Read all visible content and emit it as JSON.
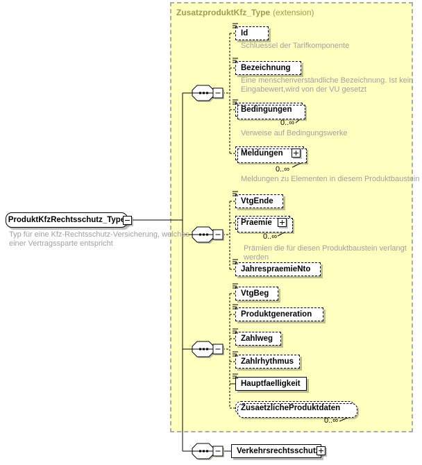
{
  "colors": {
    "bg-extension": "#ffffc0",
    "accent-header": "#a09c4e",
    "text-annotation": "#a0a0a0",
    "shadow": "rgba(70,70,60,0.35)"
  },
  "root": {
    "label": "ProduktKfzRechtsschutz_Type",
    "annotation": "Typ für eine Kfz-Rechtsschutz-Versicherung, welches\neiner Vertragssparte entspricht"
  },
  "extension": {
    "title": "ZusatzproduktKfz_Type",
    "mode": "(extension)"
  },
  "elements": [
    {
      "label": "Id",
      "annotation": "Schluessel der Tarifkomponente"
    },
    {
      "label": "Bezeichnung",
      "annotation": "Eine menschenverständliche Bezeichnung. Ist kein\nEingabewert,wird von der VU gesetzt"
    },
    {
      "label": "Bedingungen",
      "occurs": "0..∞",
      "annotation": "Verweise auf Bedingungswerke"
    },
    {
      "label": "Meldungen",
      "occurs": "0..∞",
      "annotation": "Meldungen zu Elementen in diesem Produktbaustein"
    },
    {
      "label": "VtgEnde"
    },
    {
      "label": "Praemie",
      "occurs": "0..∞",
      "annotation": "Prämien die für diesen Produktbaustein verlangt werden"
    },
    {
      "label": "JahrespraemieNto"
    },
    {
      "label": "VtgBeg"
    },
    {
      "label": "Produktgeneration"
    },
    {
      "label": "Zahlweg"
    },
    {
      "label": "Zahlrhythmus"
    },
    {
      "label": "Hauptfaelligkeit"
    },
    {
      "label": "ZusaetzlicheProduktdaten",
      "occurs": "0..∞"
    },
    {
      "label": "Verkehrsrechtsschutz"
    }
  ]
}
